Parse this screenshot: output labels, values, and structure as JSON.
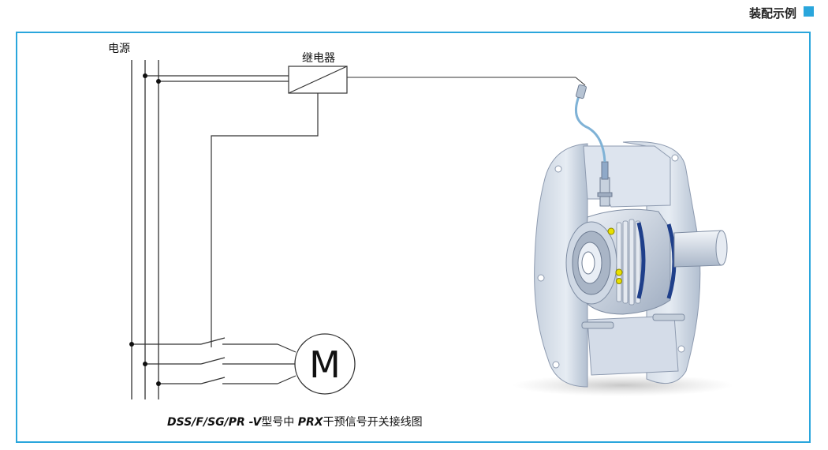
{
  "header": {
    "label": "装配示例",
    "accent_color": "#2aa6dc"
  },
  "diagram": {
    "power_label": "电源",
    "relay_label": "继电器",
    "motor_label": "M"
  },
  "caption": {
    "model": "DSS/F/SG/PR -V",
    "middle": "型号中 ",
    "product": "PRX",
    "suffix": "干预信号开关接线图"
  },
  "colors": {
    "frame": "#2aa6dc",
    "line": "#333333",
    "sensor_cable": "#7fb2d6",
    "metal_light": "#dfe6ef",
    "metal_mid": "#b9c5d6",
    "metal_dark": "#7f8da3",
    "seal_blue": "#1f3f8a",
    "accent_yellow": "#e8e000"
  }
}
